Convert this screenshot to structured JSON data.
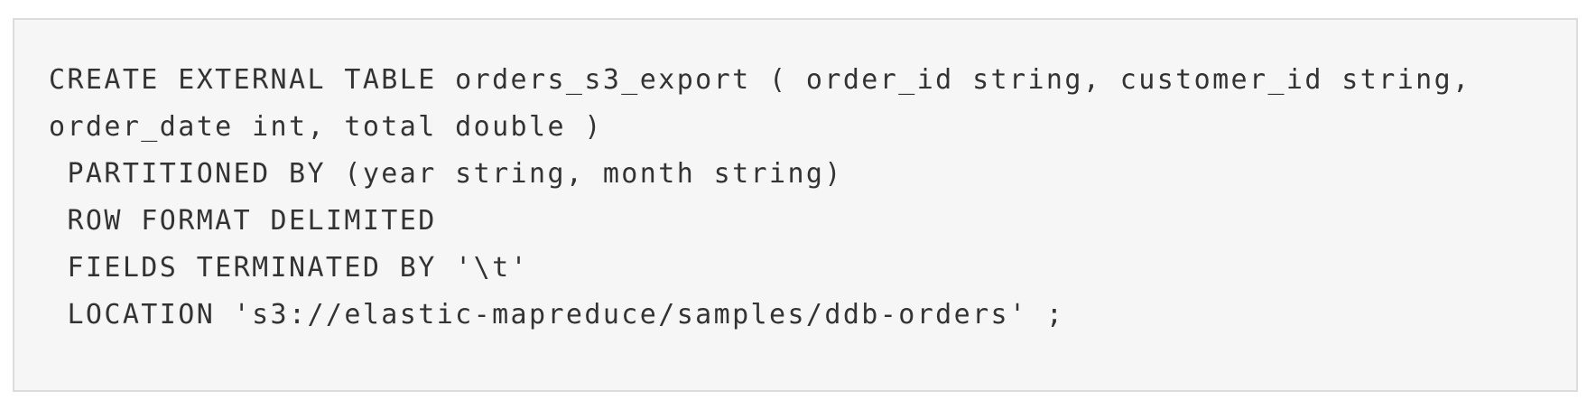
{
  "code_block": {
    "content_description": "Hive CREATE EXTERNAL TABLE statement code sample",
    "lines": [
      "CREATE EXTERNAL TABLE orders_s3_export ( order_id string, customer_id string,",
      "order_date int, total double )",
      " PARTITIONED BY (year string, month string)",
      " ROW FORMAT DELIMITED",
      " FIELDS TERMINATED BY '\\t'",
      " LOCATION 's3://elastic-mapreduce/samples/ddb-orders' ;"
    ],
    "colors": {
      "page_background": "#ffffff",
      "block_background": "#f6f6f6",
      "block_border": "#dcdcdc",
      "text": "#333333"
    }
  }
}
